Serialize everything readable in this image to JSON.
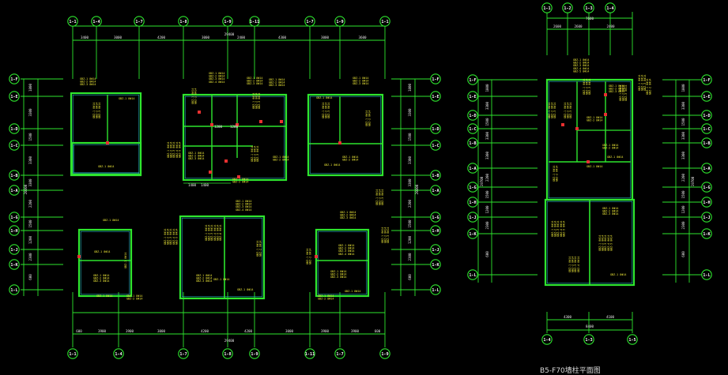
{
  "drawing": {
    "caption": "B5-F70墙柱平面图"
  },
  "left_plan": {
    "top_axes": [
      "1-1",
      "1-4",
      "1-7",
      "1-8",
      "1-9",
      "1-11",
      "1-7",
      "1-9",
      "1-1"
    ],
    "top_dims": [
      "3400",
      "3000",
      "4200",
      "3000",
      "2400",
      "4300",
      "3000",
      "3600"
    ],
    "top_total": "29400",
    "bottom_axes": [
      "1-1",
      "1-4",
      "1-7",
      "1-8",
      "1-9",
      "1-11",
      "1-7",
      "1-9",
      "1-1"
    ],
    "bottom_dims": [
      "600",
      "3900",
      "3900",
      "3000",
      "4200",
      "4200",
      "3000",
      "3900",
      "3900",
      "600"
    ],
    "bottom_total": "29400",
    "left_axes": [
      "1-F",
      "1-E",
      "1-D",
      "1-C",
      "1-B",
      "1-A",
      "1-G",
      "1-H",
      "1-J",
      "1-K",
      "1-L"
    ],
    "left_dims": [
      "1800",
      "3300",
      "1500",
      "3300",
      "3300",
      "2200",
      "1500",
      "1200",
      "2300",
      "600"
    ],
    "left_total": "20300",
    "right_axes": [
      "1-F",
      "1-E",
      "1-D",
      "1-C",
      "1-B",
      "1-A",
      "1-G",
      "1-H",
      "1-J",
      "1-K",
      "1-L"
    ],
    "right_total": "20300",
    "inner_dims": [
      "1200",
      "1200",
      "1400",
      "1400"
    ]
  },
  "right_plan": {
    "top_axes": [
      "1-1",
      "1-2",
      "1-3",
      "1-4"
    ],
    "top_dims": [
      "2600",
      "2600",
      "2400"
    ],
    "top_total": "7600",
    "bottom_axes": [
      "1-4",
      "1-3",
      "1-5"
    ],
    "bottom_dims": [
      "4300",
      "4100"
    ],
    "bottom_total": "8400",
    "left_axes": [
      "1-F",
      "1-E",
      "1-D",
      "1-C",
      "1-B",
      "1-A",
      "1-G",
      "1-H",
      "1-J",
      "1-K",
      "1-L"
    ],
    "left_total": "19700",
    "right_axes": [
      "1-F",
      "1-E",
      "1-D",
      "1-C",
      "1-B",
      "1-A",
      "1-G",
      "1-H",
      "1-J",
      "1-K",
      "1-L"
    ],
    "right_total": "19700"
  }
}
